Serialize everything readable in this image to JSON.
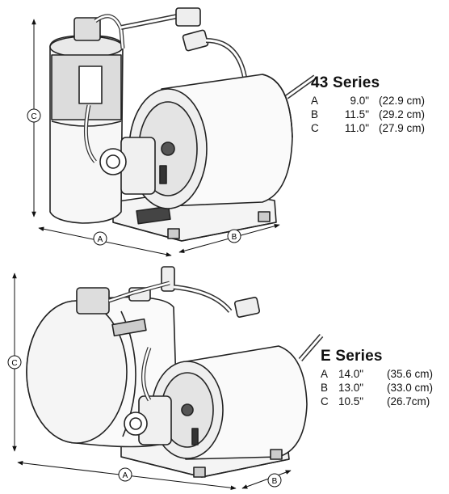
{
  "series": [
    {
      "title": "43 Series",
      "dims": [
        {
          "key": "A",
          "in": "9.0\"",
          "cm": "(22.9 cm)"
        },
        {
          "key": "B",
          "in": "11.5\"",
          "cm": "(29.2 cm)"
        },
        {
          "key": "C",
          "in": "11.0\"",
          "cm": "(27.9 cm)"
        }
      ]
    },
    {
      "title": "E Series",
      "dims": [
        {
          "key": "A",
          "in": "14.0\"",
          "cm": "(35.6 cm)"
        },
        {
          "key": "B",
          "in": "13.0\"",
          "cm": "(33.0 cm)"
        },
        {
          "key": "C",
          "in": "10.5\"",
          "cm": "(26.7cm)"
        }
      ]
    }
  ],
  "callouts": {
    "top": {
      "a": "A",
      "b": "B",
      "c": "C"
    },
    "bottom": {
      "a": "A",
      "b": "B",
      "c": "C"
    }
  }
}
